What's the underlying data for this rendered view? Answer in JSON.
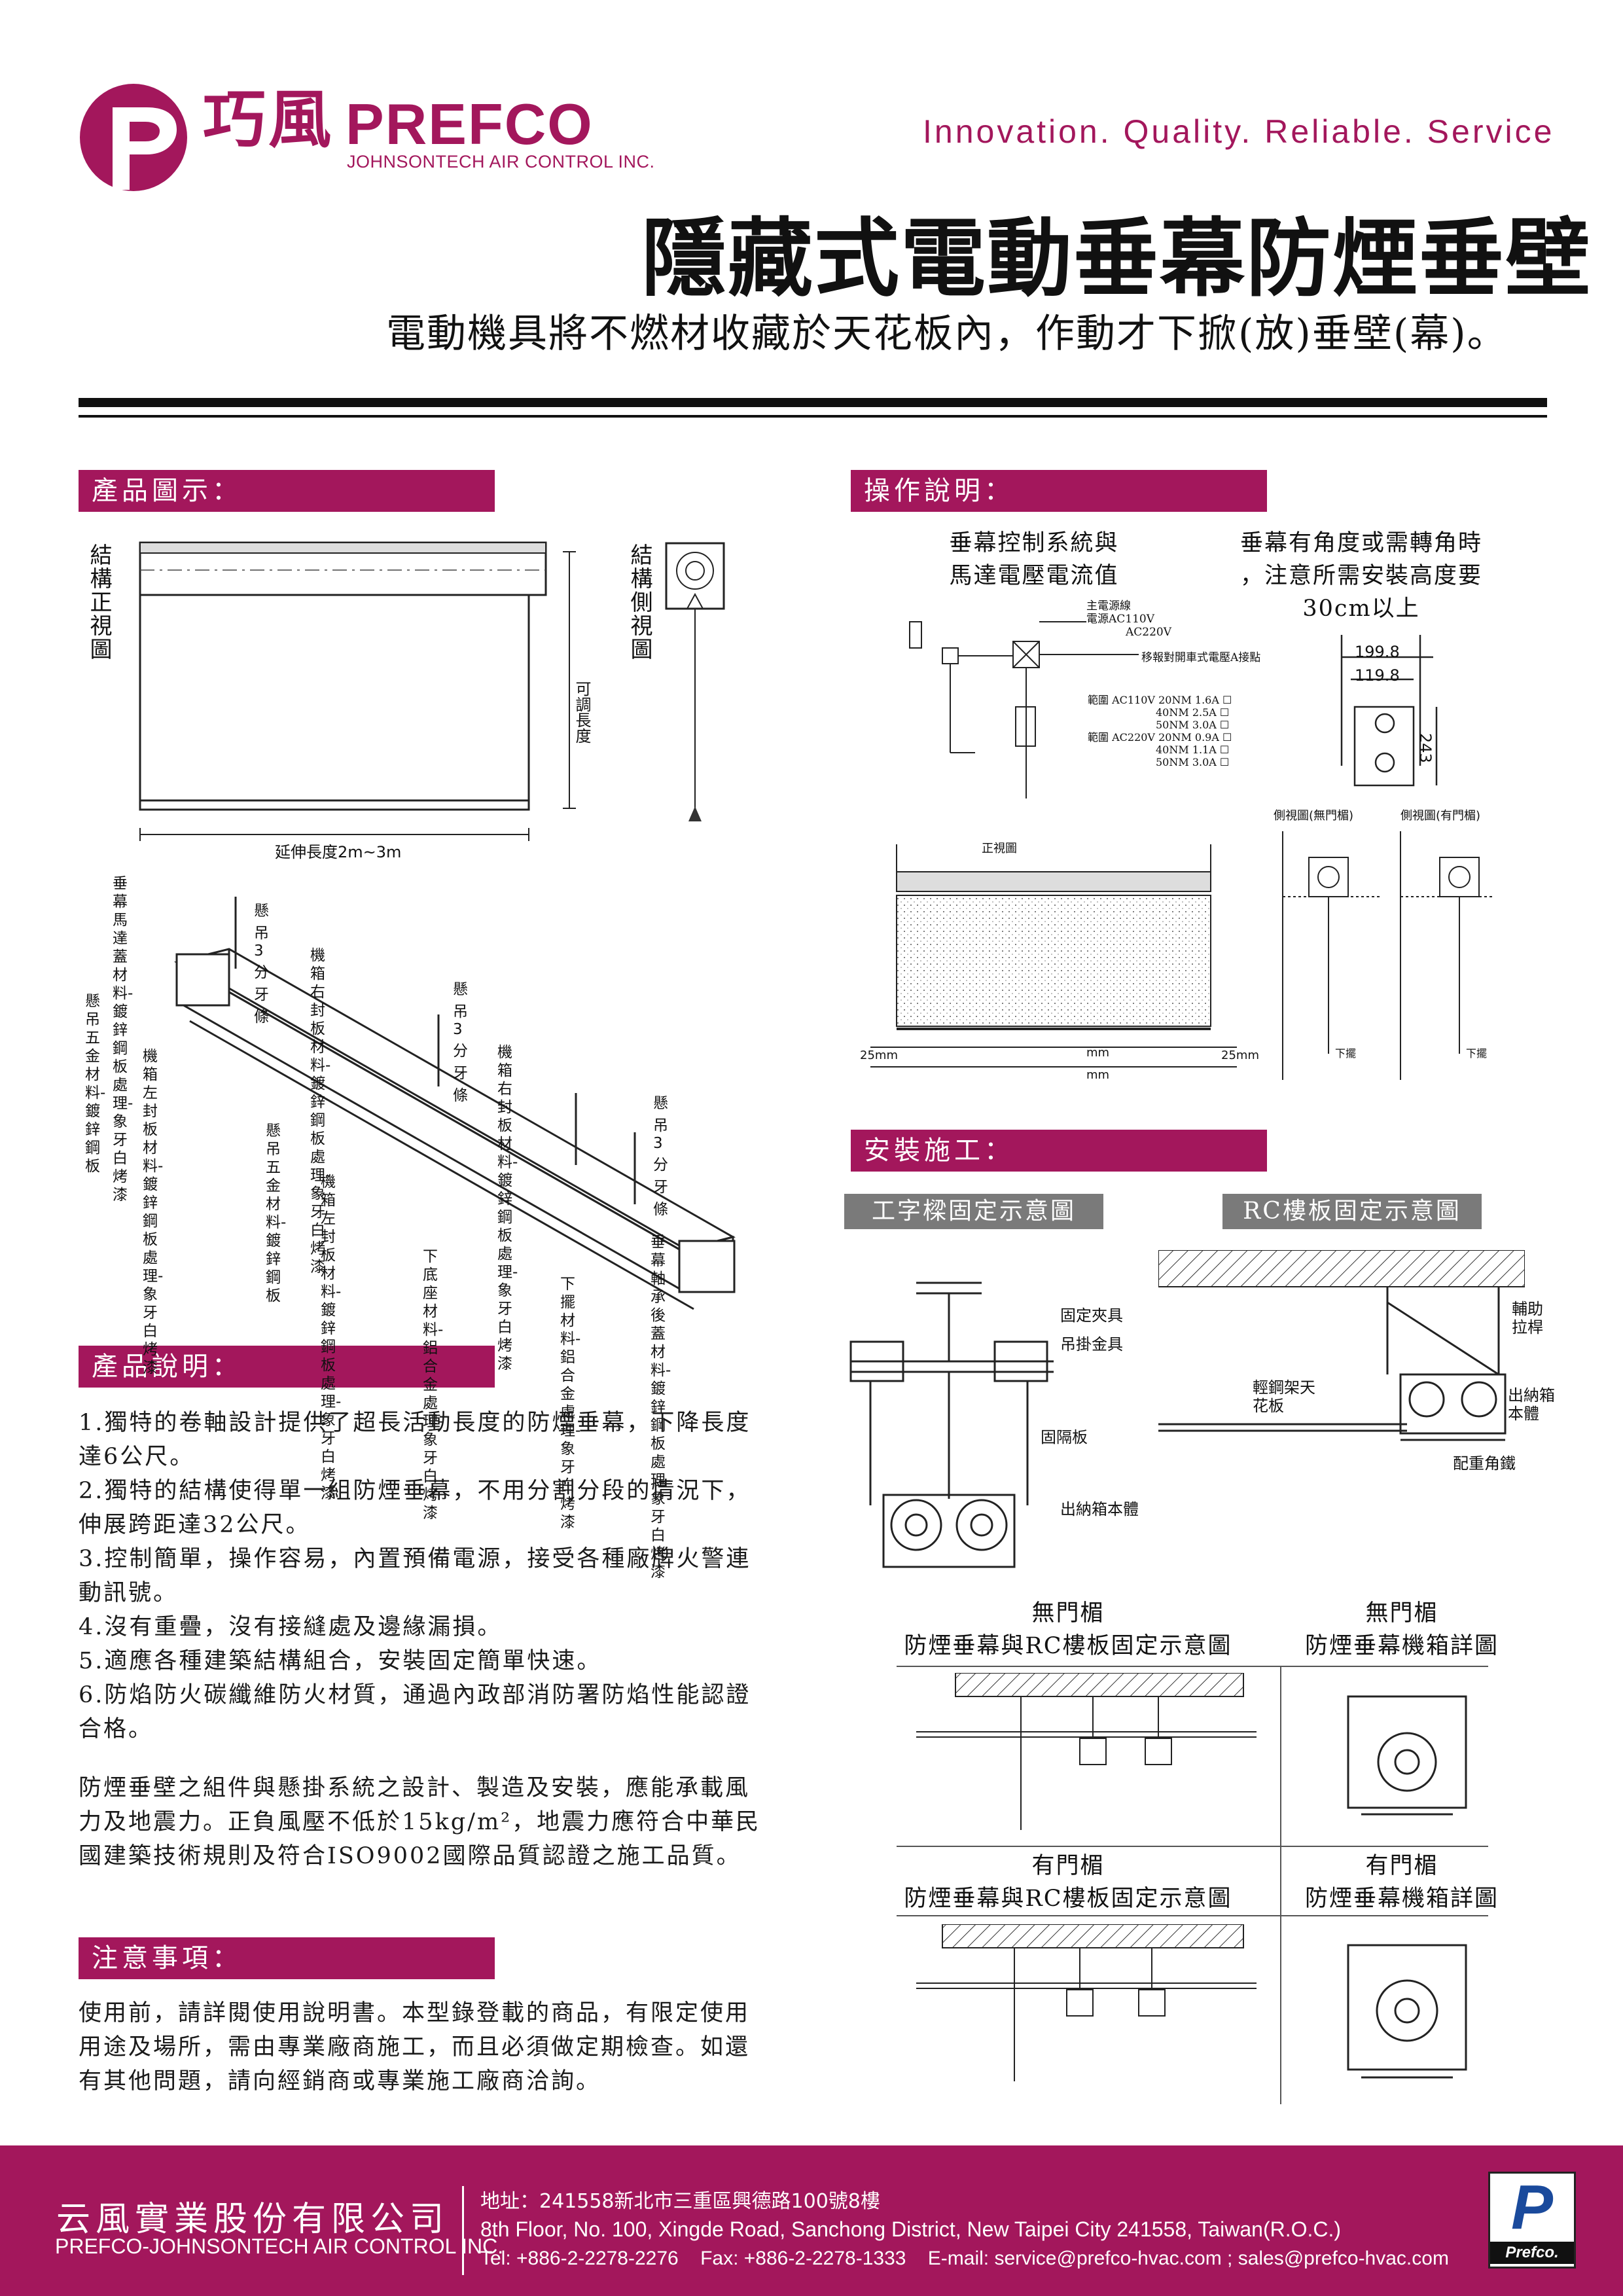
{
  "header": {
    "brand_cn": "巧風",
    "brand_en": "PREFCO",
    "brand_sub": "JOHNSONTECH AIR CONTROL INC.",
    "tagline": "Innovation. Quality. Reliable. Service",
    "title": "隱藏式電動垂幕防煙垂壁",
    "subtitle": "電動機具將不燃材收藏於天花板內，作動才下掀(放)垂壁(幕)。",
    "brand_color": "#a3175c"
  },
  "sections": {
    "product_diagram": "產品圖示：",
    "operation": "操作說明：",
    "installation": "安裝施工：",
    "product_desc": "產品說明：",
    "notice": "注意事項："
  },
  "product_diagram": {
    "front_view_label": "結構正視圖",
    "side_view_label": "結構側視圖",
    "adjustable_length": "可調長度",
    "extend_length": "延伸長度2m~3m",
    "callouts": [
      {
        "title": "垂幕馬達蓋",
        "lines": [
          "材料-鍍鋅鋼板",
          "處理-象牙白烤漆"
        ]
      },
      {
        "title": "懸吊3分牙條",
        "lines": []
      },
      {
        "title": "懸吊五金",
        "lines": [
          "材料-鍍鋅鋼板"
        ]
      },
      {
        "title": "機箱右封板",
        "lines": [
          "材料-鍍鋅鋼板",
          "處理-象牙白烤漆"
        ]
      },
      {
        "title": "懸吊3分牙條",
        "lines": []
      },
      {
        "title": "機箱左封板",
        "lines": [
          "材料-鍍鋅鋼板",
          "處理-象牙白烤漆"
        ]
      },
      {
        "title": "機箱右封板",
        "lines": [
          "材料-鍍鋅鋼板",
          "處理-象牙白烤漆"
        ]
      },
      {
        "title": "懸吊3分牙條",
        "lines": []
      },
      {
        "title": "懸吊五金",
        "lines": [
          "材料-鍍鋅鋼板"
        ]
      },
      {
        "title": "機箱左封板",
        "lines": [
          "材料-鍍鋅鋼板",
          "處理-象牙白烤漆"
        ]
      },
      {
        "title": "垂幕軸承後蓋",
        "lines": [
          "材料-鍍鋅鋼板",
          "處理-象牙白烤漆"
        ]
      },
      {
        "title": "下底座",
        "lines": [
          "材料-鋁合金",
          "處理-象牙白烤漆"
        ]
      },
      {
        "title": "下擺",
        "lines": [
          "材料-鋁合金",
          "處理-象牙白烤漆"
        ]
      }
    ]
  },
  "operation": {
    "note_left_1": "垂幕控制系統與",
    "note_left_2": "馬達電壓電流值",
    "note_right_1": "垂幕有角度或需轉角時",
    "note_right_2": "，注意所需安裝高度要",
    "note_right_3": "30cm以上",
    "wiring": {
      "power": "主電源線",
      "ac110": "電源AC110V",
      "ac220": "AC220V",
      "alarm": "移報對開車式電壓A接點",
      "specs_110_label": "範圍 AC110V",
      "specs_110": [
        "20NM 1.6A",
        "40NM 2.5A",
        "50NM 3.0A"
      ],
      "specs_220_label": "範圍 AC220V",
      "specs_220": [
        "20NM 0.9A",
        "40NM 1.1A",
        "50NM 3.0A"
      ]
    },
    "dims": {
      "w1": "199.8",
      "w2": "119.8",
      "h": "243"
    },
    "front_label": "正視圖",
    "mm": "mm",
    "side_a": "側視圖(無門楣)",
    "side_b": "側視圖(有門楣)",
    "gap_left": "25mm",
    "gap_right": "25mm",
    "down": "下擺"
  },
  "installation": {
    "ibeam_title": "工字樑固定示意圖",
    "rc_title": "RC樓板固定示意圖",
    "ibeam_labels": [
      "固定夾具",
      "吊掛金具",
      "固隔板",
      "出納箱本體"
    ],
    "rc_labels": [
      "輔助拉桿",
      "輕鋼架天花板",
      "出納箱本體",
      "配重角鐵"
    ],
    "cap1_l1": "無門楣",
    "cap1_l2": "防煙垂幕與RC樓板固定示意圖",
    "cap2_l1": "無門楣",
    "cap2_l2": "防煙垂幕機箱詳圖",
    "cap3_l1": "有門楣",
    "cap3_l2": "防煙垂幕與RC樓板固定示意圖",
    "cap4_l1": "有門楣",
    "cap4_l2": "防煙垂幕機箱詳圖"
  },
  "product_desc": {
    "items": [
      "1.獨特的卷軸設計提供了超長活動長度的防煙垂幕，下降長度達6公尺。",
      "2.獨特的結構使得單一組防煙垂幕，不用分割分段的情況下，伸展跨距達32公尺。",
      "3.控制簡單，操作容易，內置預備電源，接受各種廠牌火警連動訊號。",
      "4.沒有重疊，沒有接縫處及邊緣漏損。",
      "5.適應各種建築結構組合，安裝固定簡單快速。",
      "6.防焰防火碳纖維防火材質，通過內政部消防署防焰性能認證合格。"
    ],
    "extra": "防煙垂壁之組件與懸掛系統之設計、製造及安裝，應能承載風力及地震力。正負風壓不低於15kg/m²，地震力應符合中華民國建築技術規則及符合ISO9002國際品質認證之施工品質。"
  },
  "notice": {
    "text": "使用前，請詳閱使用說明書。本型錄登載的商品，有限定使用用途及場所，需由專業廠商施工，而且必須做定期檢查。如還有其他問題，請向經銷商或專業施工廠商洽詢。"
  },
  "footer": {
    "company_cn": "云風實業股份有限公司",
    "company_en": "PREFCO-JOHNSONTECH AIR CONTROL INC.",
    "address_cn": "地址：241558新北市三重區興德路100號8樓",
    "address_en": "8th Floor, No. 100, Xingde Road, Sanchong District, New Taipei City 241558, Taiwan(R.O.C.)",
    "contact": "Tel: +886-2-2278-2276    Fax: +886-2-2278-1333    E-mail: service@prefco-hvac.com ; sales@prefco-hvac.com",
    "logo_letter": "P",
    "logo_text": "Prefco."
  }
}
